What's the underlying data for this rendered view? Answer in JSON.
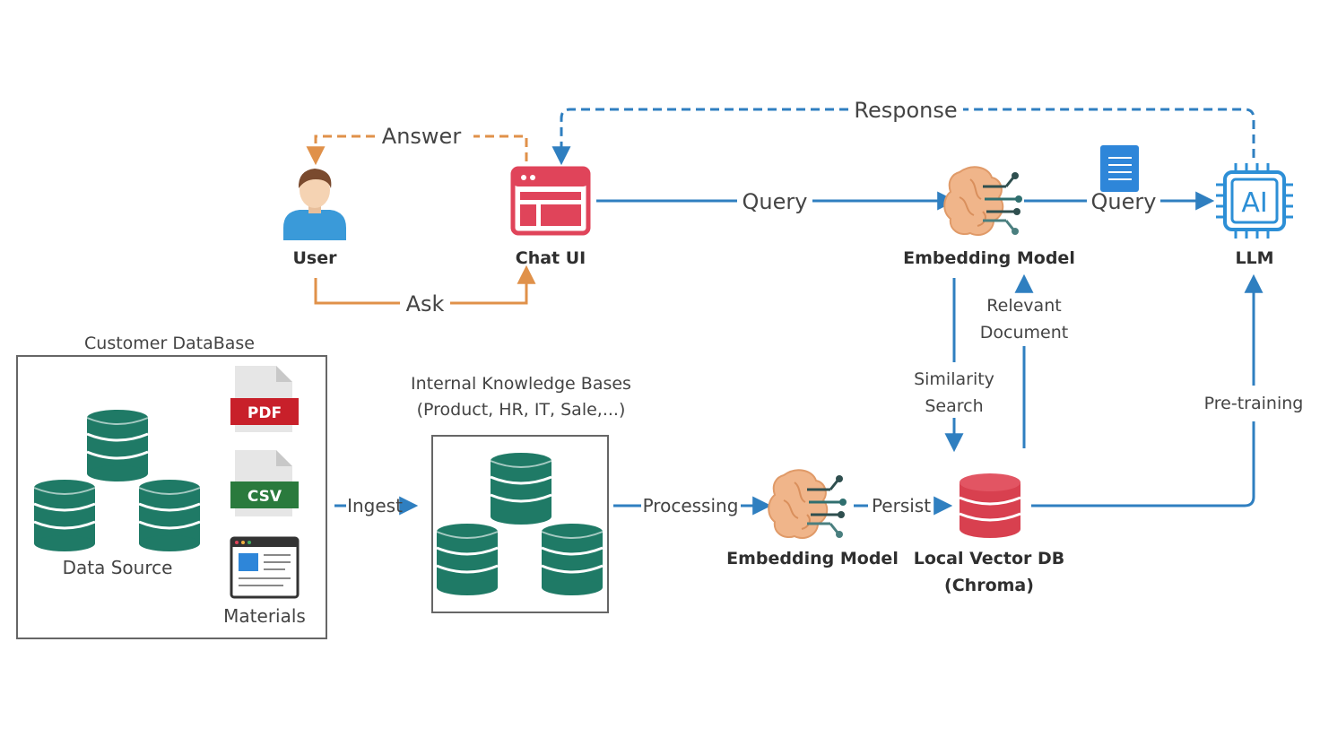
{
  "colors": {
    "blue_line": "#2f7fc0",
    "orange_line": "#e0914a",
    "db_green": "#1f7a66",
    "db_red": "#d8404f",
    "chat_red": "#e0445a",
    "brain": "#f0b58a",
    "chip_blue": "#2d8fd6",
    "doc_blue": "#2e86d9",
    "pdf_red": "#c8202a",
    "csv_green": "#2a7a3d",
    "user_shirt": "#3a9ad9",
    "user_skin": "#f5d3b3",
    "user_hair": "#7a4a2e"
  },
  "nodes": {
    "user": {
      "label": "User"
    },
    "chat_ui": {
      "label": "Chat UI"
    },
    "embedding_top": {
      "label": "Embedding Model"
    },
    "llm": {
      "label": "LLM",
      "chip_text": "AI"
    },
    "embedding_bottom": {
      "label": "Embedding Model"
    },
    "vector_db": {
      "label_line1": "Local Vector DB",
      "label_line2": "(Chroma)"
    },
    "customer_db": {
      "title": "Customer DataBase",
      "data_source_label": "Data Source",
      "materials_label": "Materials"
    },
    "knowledge": {
      "title_line1": "Internal Knowledge Bases",
      "title_line2": "(Product, HR, IT, Sale,...)"
    },
    "pdf_icon": {
      "text": "PDF"
    },
    "csv_icon": {
      "text": "CSV"
    }
  },
  "edges": {
    "answer": "Answer",
    "ask": "Ask",
    "response": "Response",
    "query_1": "Query",
    "query_2": "Query",
    "relevant_line1": "Relevant",
    "relevant_line2": "Document",
    "similarity_line1": "Similarity",
    "similarity_line2": "Search",
    "pretraining": "Pre-training",
    "ingest": "Ingest",
    "processing": "Processing",
    "persist": "Persist"
  }
}
